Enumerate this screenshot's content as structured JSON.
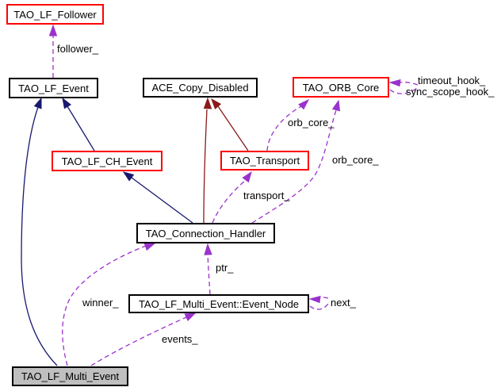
{
  "diagram": {
    "kind": "class-collaboration-graph",
    "colors": {
      "background": "#ffffff",
      "node_border": "#000000",
      "node_border_highlight": "#ff0000",
      "node_fill": "#ffffff",
      "current_node_fill": "#bfbfbf",
      "text": "#000000",
      "inheritance_edge": "#191970",
      "private_inheritance_edge": "#8b1a1a",
      "usage_edge": "#9a32cd"
    }
  },
  "nodes": [
    {
      "id": "tao-lf-follower",
      "label": "TAO_LF_Follower",
      "border": "red"
    },
    {
      "id": "tao-lf-event",
      "label": "TAO_LF_Event",
      "border": "black"
    },
    {
      "id": "ace-copy-disabled",
      "label": "ACE_Copy_Disabled",
      "border": "black"
    },
    {
      "id": "tao-orb-core",
      "label": "TAO_ORB_Core",
      "border": "red"
    },
    {
      "id": "tao-lf-ch-event",
      "label": "TAO_LF_CH_Event",
      "border": "red"
    },
    {
      "id": "tao-transport",
      "label": "TAO_Transport",
      "border": "red"
    },
    {
      "id": "tao-connection-handler",
      "label": "TAO_Connection_Handler",
      "border": "black"
    },
    {
      "id": "event-node",
      "label": "TAO_LF_Multi_Event::Event_Node",
      "border": "black"
    },
    {
      "id": "tao-lf-multi-event",
      "label": "TAO_LF_Multi_Event",
      "border": "black",
      "fill": "gray",
      "current": true
    }
  ],
  "edges": [
    {
      "from": "tao-lf-event",
      "to": "tao-lf-follower",
      "label": "follower_",
      "kind": "usage"
    },
    {
      "from": "tao-orb-core",
      "to": "tao-orb-core",
      "label": "timeout_hook_",
      "kind": "usage"
    },
    {
      "from": "tao-orb-core",
      "to": "tao-orb-core",
      "label": "sync_scope_hook_",
      "kind": "usage"
    },
    {
      "from": "tao-transport",
      "to": "tao-orb-core",
      "label": "orb_core_",
      "kind": "usage"
    },
    {
      "from": "tao-connection-handler",
      "to": "tao-orb-core",
      "label": "orb_core_",
      "kind": "usage"
    },
    {
      "from": "tao-connection-handler",
      "to": "tao-transport",
      "label": "transport_",
      "kind": "usage"
    },
    {
      "from": "tao-lf-ch-event",
      "to": "tao-lf-event",
      "label": "",
      "kind": "inheritance"
    },
    {
      "from": "tao-connection-handler",
      "to": "tao-lf-ch-event",
      "label": "",
      "kind": "inheritance"
    },
    {
      "from": "tao-lf-multi-event",
      "to": "tao-lf-event",
      "label": "",
      "kind": "inheritance"
    },
    {
      "from": "tao-connection-handler",
      "to": "ace-copy-disabled",
      "label": "",
      "kind": "private-inheritance"
    },
    {
      "from": "tao-transport",
      "to": "ace-copy-disabled",
      "label": "",
      "kind": "private-inheritance"
    },
    {
      "from": "event-node",
      "to": "tao-connection-handler",
      "label": "ptr_",
      "kind": "usage"
    },
    {
      "from": "tao-lf-multi-event",
      "to": "tao-connection-handler",
      "label": "winner_",
      "kind": "usage"
    },
    {
      "from": "event-node",
      "to": "event-node",
      "label": "next_",
      "kind": "usage"
    },
    {
      "from": "tao-lf-multi-event",
      "to": "event-node",
      "label": "events_",
      "kind": "usage"
    }
  ]
}
